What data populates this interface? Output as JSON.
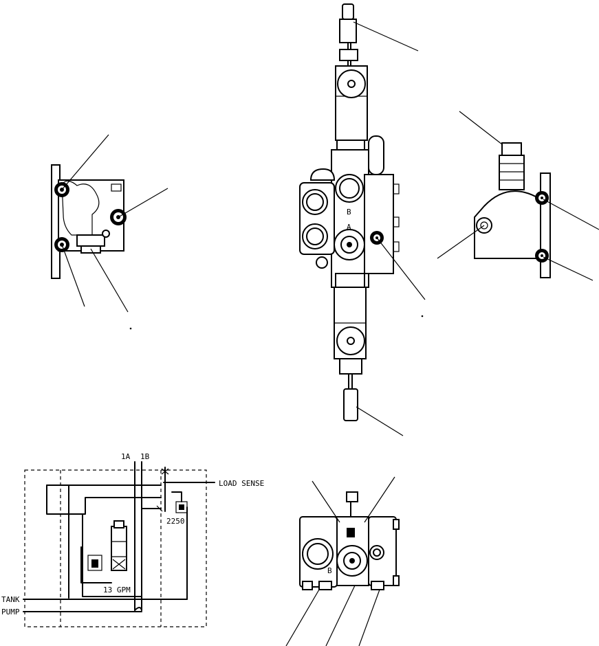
{
  "schematic": {
    "port_1a": "1A",
    "port_1b": "1B",
    "load_sense": "LOAD SENSE",
    "pressure": "2250",
    "flow": "13 GPM",
    "tank": "TANK",
    "pump": "PUMP"
  },
  "valve_markings": {
    "front_b": "B",
    "front_a": "A",
    "bottom_b": "B"
  },
  "colors": {
    "ink": "#000000",
    "paper": "#ffffff"
  }
}
